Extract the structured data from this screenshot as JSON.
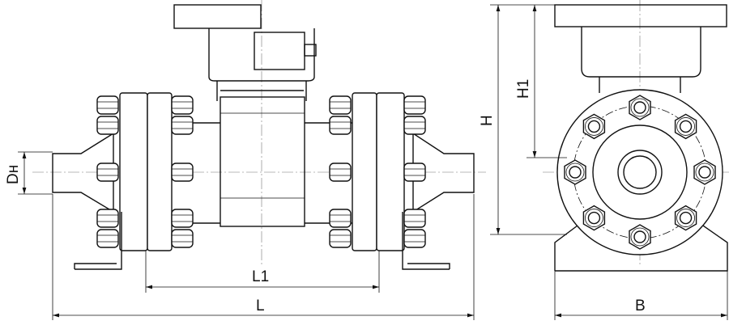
{
  "dimensions": {
    "nominal_diameter": "Dн",
    "flange_length": "L1",
    "total_length": "L",
    "total_height": "H",
    "axis_height": "H1",
    "width": "B"
  }
}
